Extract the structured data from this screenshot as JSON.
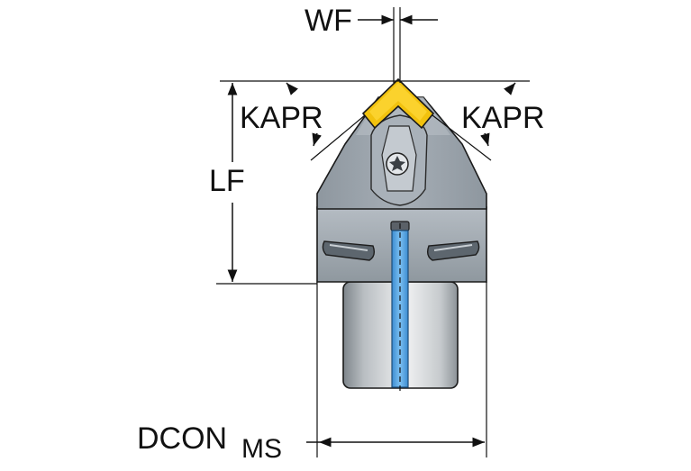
{
  "labels": {
    "wf": "WF",
    "kapr_left": "KAPR",
    "kapr_right": "KAPR",
    "lf": "LF",
    "dcon": "DCON",
    "dcon_sub": "MS"
  },
  "colors": {
    "insert": "#f2c20e",
    "body_light": "#aab2bb",
    "body_mid": "#8e979f",
    "body_dark": "#6f7880",
    "shank_light": "#e9ebec",
    "shank_dark": "#7e858b",
    "coolant": "#4f9fe0",
    "line": "#111111"
  },
  "icons": {
    "screw": "torx-screw-icon"
  }
}
